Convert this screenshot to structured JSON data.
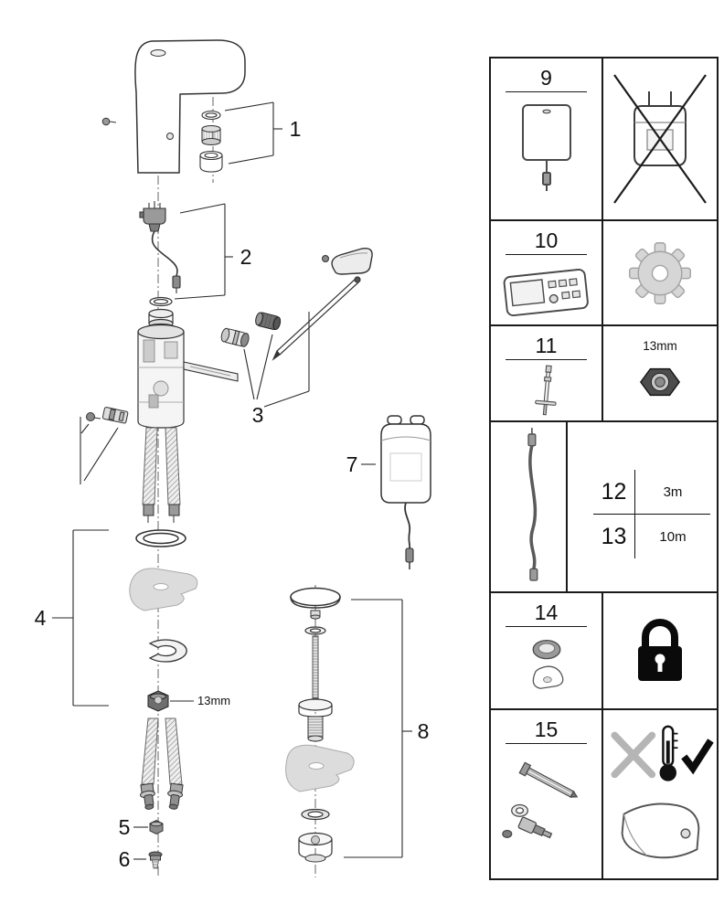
{
  "colors": {
    "line": "#1a1a1a",
    "ghost_gray": "#dcdcdc",
    "hatch_gray": "#8a8a8a"
  },
  "exploded_view": {
    "callouts": [
      {
        "id": "callout-1",
        "label": "1"
      },
      {
        "id": "callout-2",
        "label": "2"
      },
      {
        "id": "callout-3",
        "label": "3"
      },
      {
        "id": "callout-4",
        "label": "4"
      },
      {
        "id": "callout-5",
        "label": "5"
      },
      {
        "id": "callout-6",
        "label": "6"
      },
      {
        "id": "callout-7",
        "label": "7"
      },
      {
        "id": "callout-8",
        "label": "8"
      }
    ],
    "nut_size_label": "13mm"
  },
  "parts_table": {
    "cells": {
      "battery": {
        "number": "9",
        "icon": "battery-power-box-icon"
      },
      "no_mains": {
        "icon": "crossed-out-plug-icon"
      },
      "remote": {
        "number": "10",
        "icon": "remote-control-icon"
      },
      "settings": {
        "icon": "gear-icon"
      },
      "tool": {
        "number": "11",
        "icon": "service-tool-icon"
      },
      "nut": {
        "label": "13mm",
        "icon": "hex-nut-icon"
      },
      "cable": {
        "icon": "extension-cable-icon"
      },
      "cable_lengths": [
        {
          "number": "12",
          "length": "3m"
        },
        {
          "number": "13",
          "length": "10m"
        }
      ],
      "sensor": {
        "number": "14",
        "icon": "sensor-seal-icon"
      },
      "lock": {
        "icon": "padlock-icon"
      },
      "fixing": {
        "number": "15",
        "icon": "fitting-screws-icon"
      },
      "temperature": {
        "icon": "thermometer-check-icon",
        "icon2": "cover-plate-icon"
      }
    }
  },
  "icons": {
    "battery-power-box-icon": "battery power box with cable",
    "crossed-out-plug-icon": "mains adapter crossed out",
    "remote-control-icon": "remote control",
    "gear-icon": "settings gear",
    "service-tool-icon": "mounting tool",
    "hex-nut-icon": "hex nut",
    "extension-cable-icon": "extension cable",
    "padlock-icon": "padlock",
    "sensor-seal-icon": "seal and gasket set",
    "fitting-screws-icon": "fixing set with screw",
    "thermometer-check-icon": "temperature ok pictogram",
    "cover-plate-icon": "protective cover"
  }
}
